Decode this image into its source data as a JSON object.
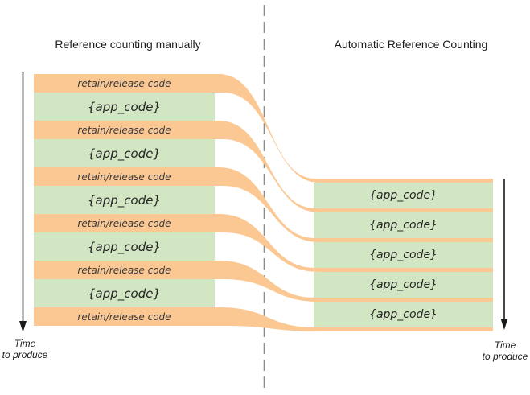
{
  "diagram": {
    "left": {
      "title": "Reference counting manually",
      "rows": [
        {
          "kind": "retain-release",
          "label": "retain/release code"
        },
        {
          "kind": "app-code",
          "label": "{app_code}"
        },
        {
          "kind": "retain-release",
          "label": "retain/release code"
        },
        {
          "kind": "app-code",
          "label": "{app_code}"
        },
        {
          "kind": "retain-release",
          "label": "retain/release code"
        },
        {
          "kind": "app-code",
          "label": "{app_code}"
        },
        {
          "kind": "retain-release",
          "label": "retain/release code"
        },
        {
          "kind": "app-code",
          "label": "{app_code}"
        },
        {
          "kind": "retain-release",
          "label": "retain/release code"
        },
        {
          "kind": "app-code",
          "label": "{app_code}"
        },
        {
          "kind": "retain-release",
          "label": "retain/release code"
        }
      ],
      "time_axis": {
        "line1": "Time",
        "line2": "to produce"
      }
    },
    "right": {
      "title": "Automatic Reference Counting",
      "rows": [
        {
          "kind": "app-code",
          "label": "{app_code}"
        },
        {
          "kind": "app-code",
          "label": "{app_code}"
        },
        {
          "kind": "app-code",
          "label": "{app_code}"
        },
        {
          "kind": "app-code",
          "label": "{app_code}"
        },
        {
          "kind": "app-code",
          "label": "{app_code}"
        }
      ],
      "time_axis": {
        "line1": "Time",
        "line2": "to produce"
      }
    },
    "colors": {
      "orange": "#fbc894",
      "green": "#d3e6c3",
      "dash": "#8c8c8c",
      "arrow": "#1a1a1a",
      "label_text": "#3a3a3a",
      "title_text": "#1c1c1c"
    }
  }
}
